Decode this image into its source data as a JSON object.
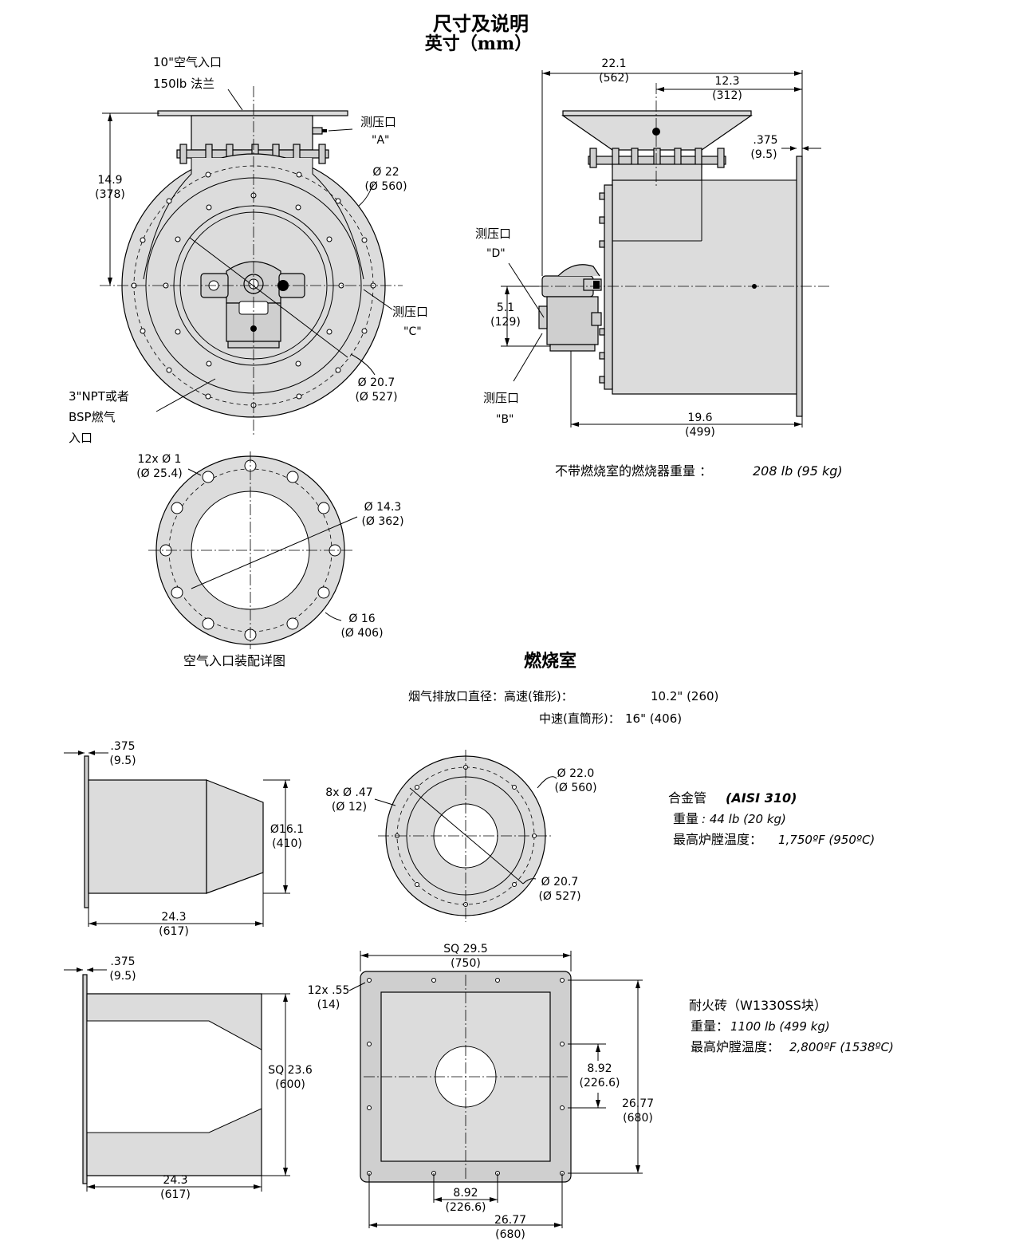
{
  "header": {
    "title_line1": "尺寸及说明",
    "title_line2": "英寸（mm）"
  },
  "front_view": {
    "air_inlet_line1": "10\"空气入口",
    "air_inlet_line2": "150lb 法兰",
    "tap_a_line1": "测压口",
    "tap_a_line2": "\"A\"",
    "height_in": "14.9",
    "height_mm": "(378)",
    "dia_outer_in": "Ø 22",
    "dia_outer_mm": "(Ø 560)",
    "tap_c_line1": "测压口",
    "tap_c_line2": "\"C\"",
    "dia_bolt_in": "Ø 20.7",
    "dia_bolt_mm": "(Ø 527)",
    "gas_inlet_line1": "3\"NPT或者",
    "gas_inlet_line2": "BSP燃气",
    "gas_inlet_line3": "入口"
  },
  "side_view": {
    "w_total_in": "22.1",
    "w_total_mm": "(562)",
    "w_inlet_in": "12.3",
    "w_inlet_mm": "(312)",
    "flange_in": ".375",
    "flange_mm": "(9.5)",
    "tap_d_line1": "测压口",
    "tap_d_line2": "\"D\"",
    "h_tap_in": "5.1",
    "h_tap_mm": "(129)",
    "tap_b_line1": "测压口",
    "tap_b_line2": "\"B\"",
    "w_body_in": "19.6",
    "w_body_mm": "(499)",
    "weight_label": "不带燃烧室的燃烧器重量 ：",
    "weight_value": "208 lb (95 kg)"
  },
  "air_inlet_detail": {
    "holes_in": "12x Ø 1",
    "holes_mm": "(Ø 25.4)",
    "inner_in": "Ø 14.3",
    "inner_mm": "(Ø 362)",
    "outer_in": "Ø 16",
    "outer_mm": "(Ø 406)",
    "caption": "空气入口装配详图"
  },
  "combustion_chamber": {
    "title": "燃烧室",
    "exhaust_label": "烟气排放口直径：高速(锥形)：",
    "exhaust_high": "10.2\" (260)",
    "exhaust_med_label": "中速(直筒形)：",
    "exhaust_med": "16\" (406)"
  },
  "alloy_tube": {
    "flange_in": ".375",
    "flange_mm": "(9.5)",
    "dia_in": "Ø16.1",
    "dia_mm": "(410)",
    "len_in": "24.3",
    "len_mm": "(617)",
    "holes_in": "8x Ø .47",
    "holes_mm": "(Ø 12)",
    "outer_in": "Ø 22.0",
    "outer_mm": "(Ø 560)",
    "bolt_in": "Ø 20.7",
    "bolt_mm": "(Ø 527)",
    "name": "合金管",
    "name_spec": "(AISI 310)",
    "weight_label": "重量",
    "weight_value": ": 44 lb (20 kg)",
    "temp_label": "最高炉膛温度：",
    "temp_value": "1,750ºF (950ºC)"
  },
  "refractory": {
    "flange_in": ".375",
    "flange_mm": "(9.5)",
    "sq_in": "SQ 23.6",
    "sq_mm": "(600)",
    "len_in": "24.3",
    "len_mm": "(617)",
    "plate_in": "SQ 29.5",
    "plate_mm": "(750)",
    "holes_in": "12x .55",
    "holes_mm": "(14)",
    "pitch_v_in": "8.92",
    "pitch_v_mm": "(226.6)",
    "span_v_in": "26.77",
    "span_v_mm": "(680)",
    "pitch_h_in": "8.92",
    "pitch_h_mm": "(226.6)",
    "span_h_in": "26.77",
    "span_h_mm": "(680)",
    "name": "耐火砖（W1330SS块）",
    "weight_label": "重量：",
    "weight_value": "1100 lb (499 kg)",
    "temp_label": "最高炉膛温度：",
    "temp_value": "2,800ºF (1538ºC)"
  }
}
